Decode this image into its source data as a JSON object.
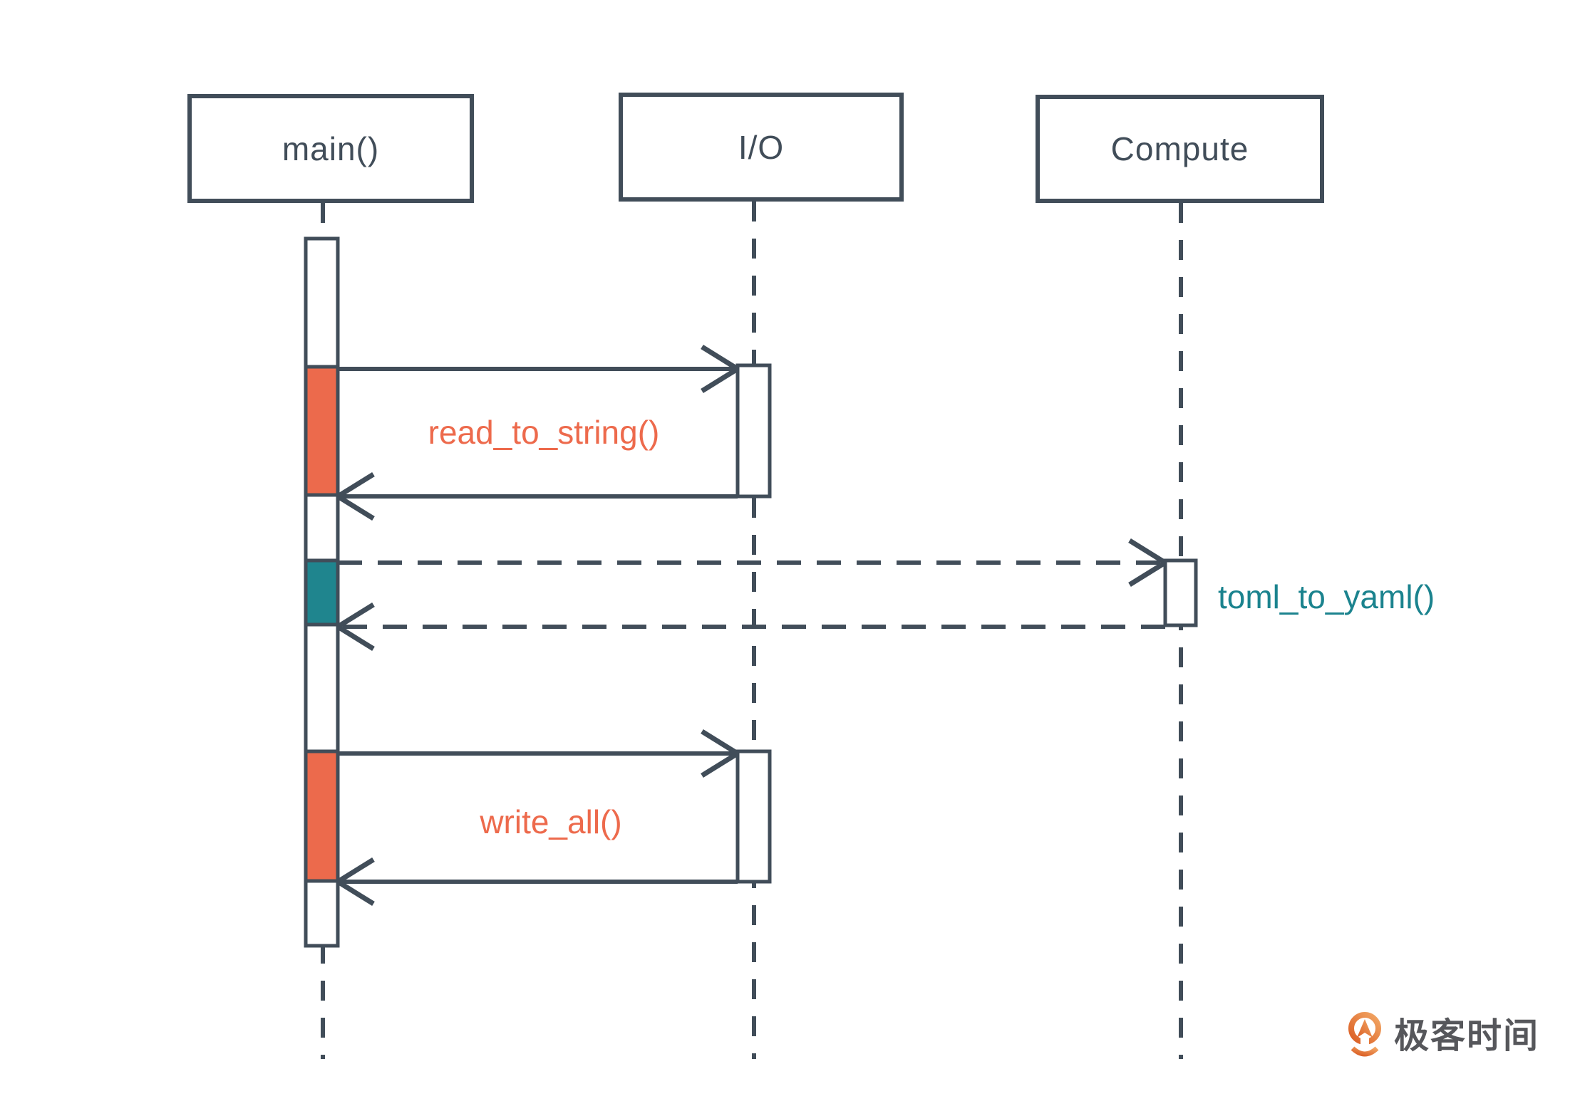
{
  "diagram": {
    "type": "sequence",
    "participants": [
      {
        "id": "main",
        "label": "main()"
      },
      {
        "id": "io",
        "label": "I/O"
      },
      {
        "id": "compute",
        "label": "Compute"
      }
    ],
    "messages": [
      {
        "label": "read_to_string()",
        "from": "main()",
        "to": "I/O",
        "line": "solid",
        "returns": true,
        "color": "orange"
      },
      {
        "label": "toml_to_yaml()",
        "from": "main()",
        "to": "Compute",
        "line": "dashed",
        "returns": true,
        "color": "teal"
      },
      {
        "label": "write_all()",
        "from": "main()",
        "to": "I/O",
        "line": "solid",
        "returns": true,
        "color": "orange"
      }
    ]
  },
  "logo": {
    "brand": "极客时间"
  },
  "colors": {
    "ink": "#414D59",
    "orange": "#EC6A4C",
    "teal": "#1F858E",
    "label-orange": "#ED6A4C",
    "label-teal": "#1B838E",
    "logo-dark": "#DB5E24",
    "logo-light": "#F2A765",
    "logo-text": "#56575B",
    "canvas": "#FFFFFF"
  }
}
